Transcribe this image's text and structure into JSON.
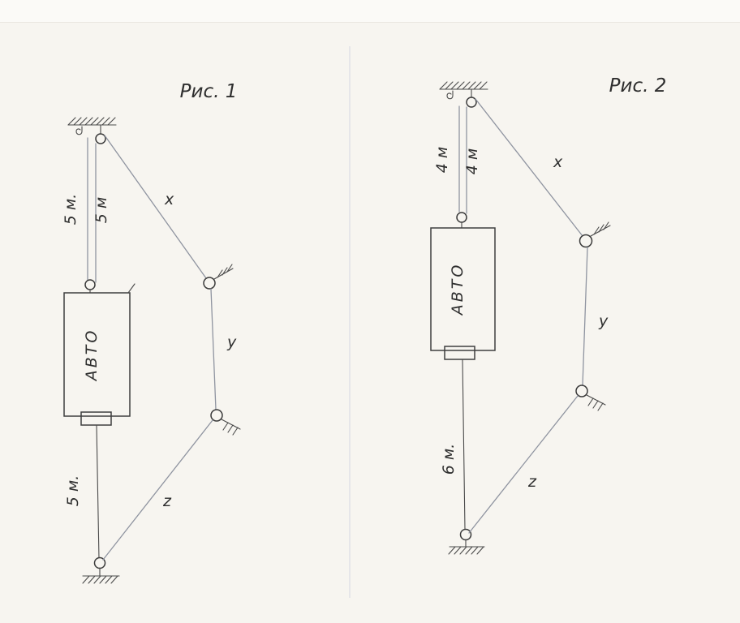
{
  "page": {
    "paper_color": "#f7f5f0",
    "ink_color": "#3f3f3f",
    "rope_pencil_color": "#8f94a0"
  },
  "figure1": {
    "title": "Рис. 1",
    "car_label": "АВТО",
    "left_rope_label_outer": "5 м.",
    "left_rope_label_inner": "5 м",
    "bottom_rope_label": "5 м.",
    "rope_x_label": "x",
    "rope_y_label": "y",
    "rope_z_label": "z"
  },
  "figure2": {
    "title": "Рис. 2",
    "car_label": "АВТО",
    "left_rope_label_outer": "4 м",
    "left_rope_label_inner": "4 м",
    "bottom_rope_label": "6 м.",
    "rope_x_label": "x",
    "rope_y_label": "y",
    "rope_z_label": "z"
  }
}
